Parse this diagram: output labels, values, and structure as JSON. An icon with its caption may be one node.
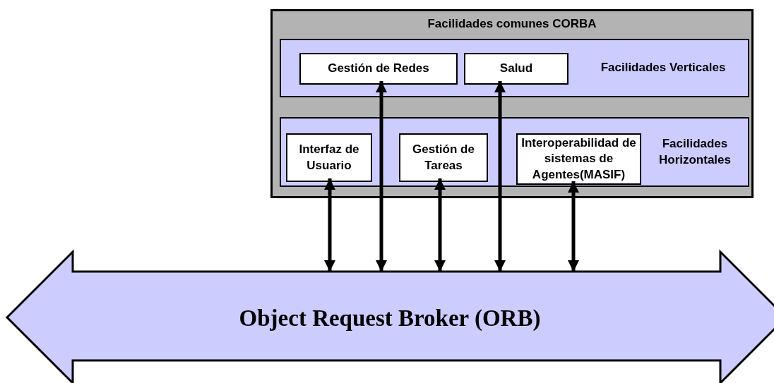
{
  "diagram": {
    "nodes": [
      {
        "text": [
          "Facilidades comunes CORBA"
        ]
      },
      {
        "text": [
          "Facilidades Verticales"
        ],
        "in": 0
      },
      {
        "text": [
          "Gestión de Redes"
        ],
        "in": 1
      },
      {
        "text": [
          "Salud"
        ],
        "in": 1
      },
      {
        "text": [
          "Facilidades Horizontales"
        ],
        "in": 0
      },
      {
        "text": [
          "Interfaz de Usuario"
        ],
        "in": 4
      },
      {
        "text": [
          "Gestión de Tareas"
        ],
        "in": 4
      },
      {
        "text": [
          "Interoperabilidad de sistemas de Agentes(MASIF)"
        ],
        "in": 4
      },
      {
        "text": [
          "Object Request Broker (ORB)"
        ]
      }
    ],
    "edges": [
      {
        "from": 8,
        "to": 5,
        "arrow": "both"
      },
      {
        "from": 8,
        "to": 2,
        "arrow": "both"
      },
      {
        "from": 8,
        "to": 6,
        "arrow": "both"
      },
      {
        "from": 8,
        "to": 3,
        "arrow": "both"
      },
      {
        "from": 8,
        "to": 7,
        "arrow": "both"
      }
    ]
  }
}
